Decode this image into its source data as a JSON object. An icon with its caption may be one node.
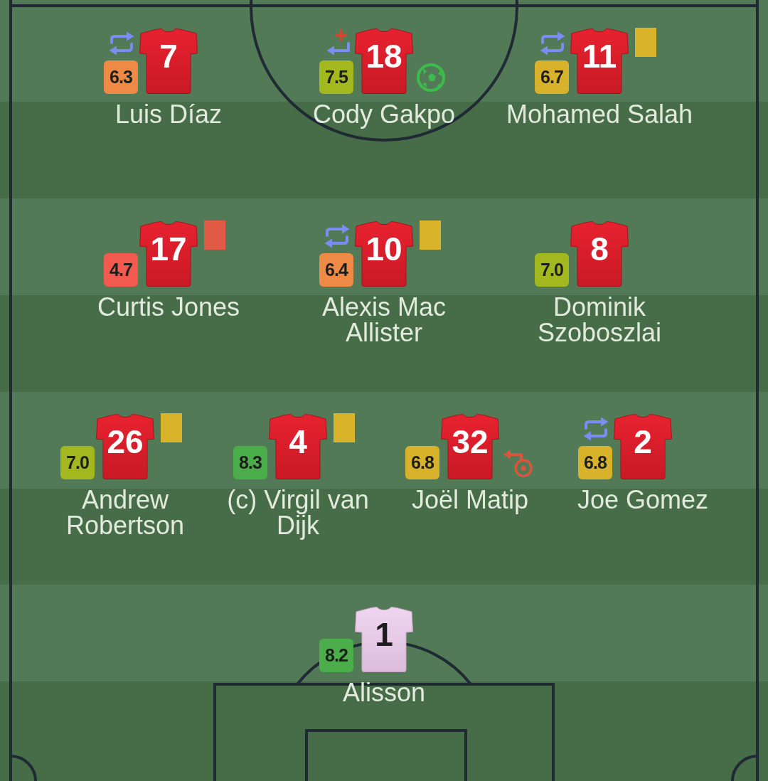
{
  "diagram": {
    "nodes": [
      {
        "text": [
          "7"
        ],
        "beside": [
          "Luis Díaz"
        ]
      },
      {
        "text": [
          "6.3"
        ]
      },
      {
        "text": [
          "18"
        ],
        "beside": [
          "Cody Gakpo"
        ]
      },
      {
        "text": [
          "7.5"
        ]
      },
      {
        "text": [
          "11"
        ],
        "beside": [
          "Mohamed Salah"
        ]
      },
      {
        "text": [
          "6.7"
        ]
      },
      {
        "text": [
          "17"
        ],
        "beside": [
          "Curtis Jones"
        ]
      },
      {
        "text": [
          "4.7"
        ]
      },
      {
        "text": [
          "10"
        ],
        "beside": [
          "Alexis Mac Allister"
        ]
      },
      {
        "text": [
          "6.4"
        ]
      },
      {
        "text": [
          "8"
        ],
        "beside": [
          "Dominik Szoboszlai"
        ]
      },
      {
        "text": [
          "7.0"
        ]
      },
      {
        "text": [
          "26"
        ],
        "beside": [
          "Andrew Robertson"
        ]
      },
      {
        "text": [
          "7.0"
        ]
      },
      {
        "text": [
          "4"
        ],
        "beside": [
          "(c) Virgil van Dijk"
        ]
      },
      {
        "text": [
          "8.3"
        ]
      },
      {
        "text": [
          "32"
        ],
        "beside": [
          "Joël Matip"
        ]
      },
      {
        "text": [
          "6.8"
        ]
      },
      {
        "text": [
          "2"
        ],
        "beside": [
          "Joe Gomez"
        ]
      },
      {
        "text": [
          "6.8"
        ]
      },
      {
        "text": [
          "1"
        ],
        "beside": [
          "Alisson"
        ]
      },
      {
        "text": [
          "8.2"
        ]
      }
    ]
  }
}
